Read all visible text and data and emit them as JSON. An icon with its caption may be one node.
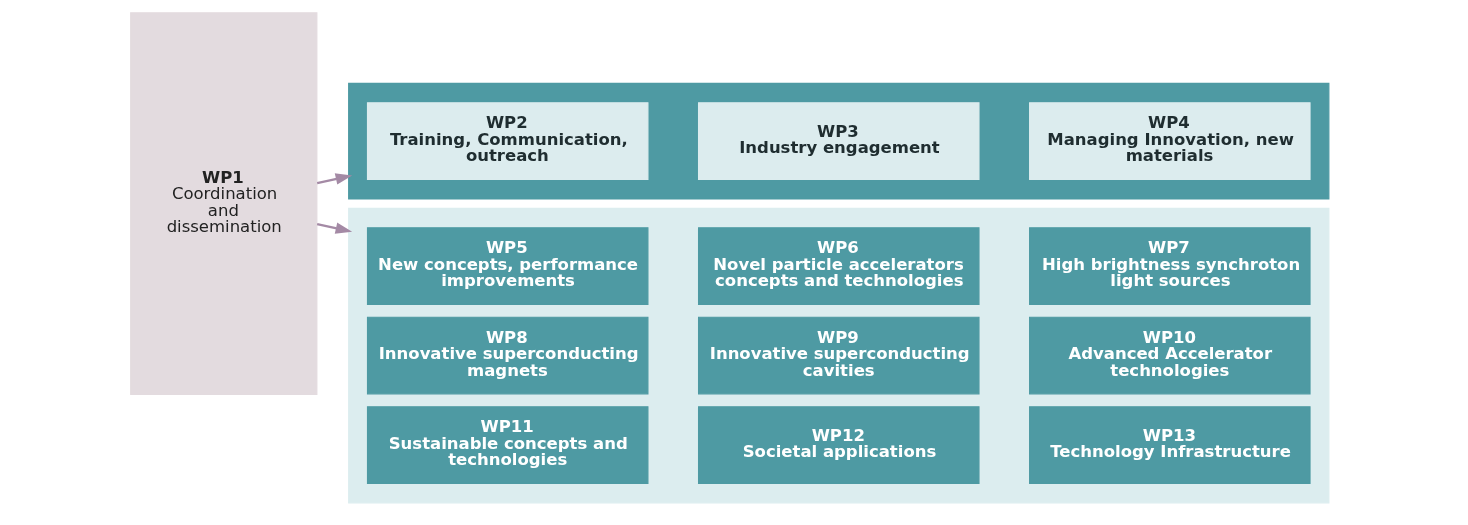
{
  "diagram": {
    "nodes": [
      {
        "text": [
          "WP1",
          "Coordination and dissemination"
        ]
      },
      {
        "text": [],
        "shape": "box"
      },
      {
        "text": [
          "WP2",
          "Training, Communication, outreach"
        ],
        "in": 1
      },
      {
        "text": [
          "WP3",
          "Industry engagement"
        ],
        "in": 1
      },
      {
        "text": [
          "WP4",
          "Managing Innovation, new materials"
        ],
        "in": 1
      },
      {
        "text": [],
        "shape": "box"
      },
      {
        "text": [
          "WP5",
          "New concepts, performance improvements"
        ],
        "in": 5
      },
      {
        "text": [
          "WP6",
          "Novel particle accelerators concepts and technologies"
        ],
        "in": 5
      },
      {
        "text": [
          "WP7",
          "High brightness synchroton light sources"
        ],
        "in": 5
      },
      {
        "text": [
          "WP8",
          "Innovative superconducting magnets"
        ],
        "in": 5
      },
      {
        "text": [
          "WP9",
          "Innovative superconducting cavities"
        ],
        "in": 5
      },
      {
        "text": [
          "WP10",
          "Advanced Accelerator technologies"
        ],
        "in": 5
      },
      {
        "text": [
          "WP11",
          "Sustainable concepts and technologies"
        ],
        "in": 5
      },
      {
        "text": [
          "WP12",
          "Societal applications"
        ],
        "in": 5
      },
      {
        "text": [
          "WP13",
          "Technology Infrastructure"
        ],
        "in": 5
      }
    ],
    "edges": [
      {
        "from": 0,
        "to": 1,
        "arrow": "to"
      },
      {
        "from": 0,
        "to": 5,
        "arrow": "to"
      }
    ]
  }
}
